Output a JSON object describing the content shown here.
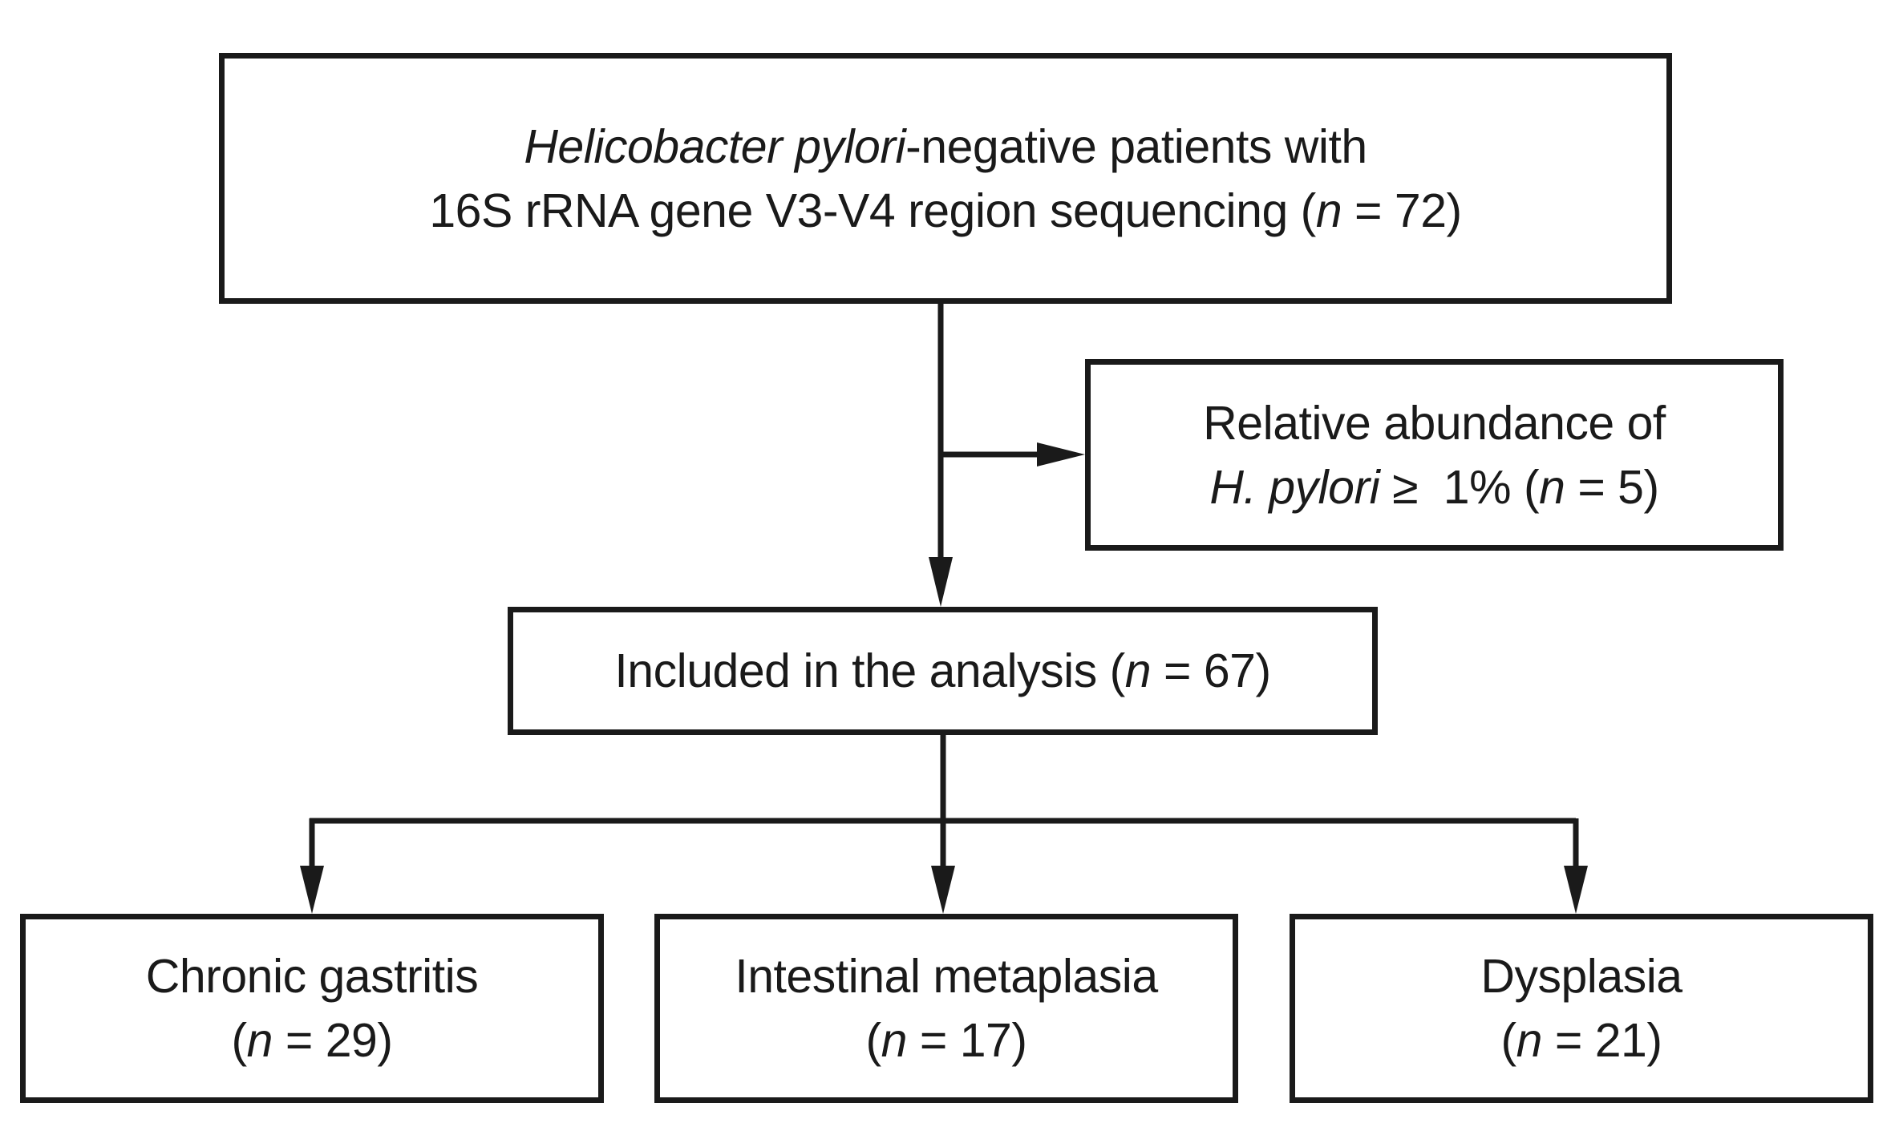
{
  "diagram": {
    "top_box": {
      "line1_italic": "Helicobacter pylori",
      "line1_rest": "-negative patients with",
      "line2_prefix": "16S rRNA gene V3-V4 region sequencing (",
      "n_symbol": "n",
      "line2_suffix": " = 72)"
    },
    "excluded_box": {
      "line1": "Relative abundance of",
      "line2_italic": "H. pylori",
      "line2_rest": " ≥  1% (",
      "n_symbol": "n",
      "line2_suffix": " = 5)"
    },
    "included_box": {
      "prefix": "Included in the analysis (",
      "n_symbol": "n",
      "suffix": " = 67)"
    },
    "groups": [
      {
        "label": "Chronic gastritis",
        "n_open": "(",
        "n_symbol": "n",
        "n_close": " = 29)"
      },
      {
        "label": "Intestinal metaplasia",
        "n_open": "(",
        "n_symbol": "n",
        "n_close": " = 17)"
      },
      {
        "label": "Dysplasia",
        "n_open": "(",
        "n_symbol": "n",
        "n_close": " = 21)"
      }
    ],
    "colors": {
      "stroke": "#1a1a1a",
      "background": "#ffffff"
    }
  }
}
